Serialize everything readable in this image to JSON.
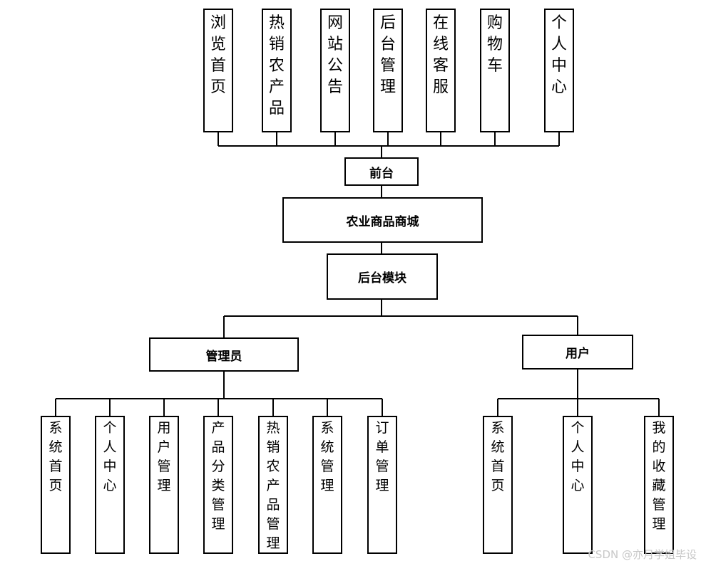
{
  "front": {
    "modules": [
      "浏览首页",
      "热销农产品",
      "网站公告",
      "后台管理",
      "在线客服",
      "购物车",
      "个人中心"
    ],
    "title": "前台"
  },
  "root": {
    "title": "农业商品商城"
  },
  "backend": {
    "title": "后台模块"
  },
  "admin": {
    "title": "管理员",
    "modules": [
      "系统首页",
      "个人中心",
      "用户管理",
      "产品分类管理",
      "热销农产品管理",
      "系统管理",
      "订单管理"
    ]
  },
  "user": {
    "title": "用户",
    "modules": [
      "系统首页",
      "个人中心",
      "我的收藏管理"
    ]
  },
  "watermark": "CSDN @亦月学姐毕设"
}
